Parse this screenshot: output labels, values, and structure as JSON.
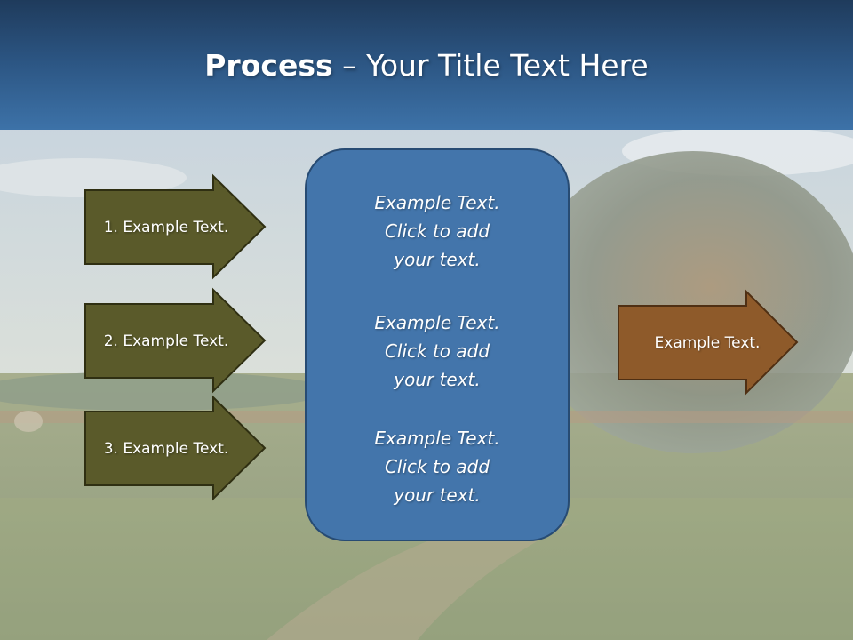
{
  "title": {
    "bold": "Process",
    "rest": " – Your Title Text Here"
  },
  "inputs": [
    {
      "label": "1. Example Text."
    },
    {
      "label": "2. Example Text."
    },
    {
      "label": "3. Example Text."
    }
  ],
  "center_box": {
    "blocks": [
      {
        "text": "Example Text.\nClick  to add\nyour text."
      },
      {
        "text": "Example Text.\nClick  to add\nyour text."
      },
      {
        "text": "Example Text.\nClick  to add\nyour text."
      }
    ]
  },
  "output": {
    "label": "Example Text."
  },
  "colors": {
    "header": "#2b5481",
    "input_arrow": "#5a5a2a",
    "center_box": "#4375ab",
    "output_arrow": "#8e5a2a"
  }
}
